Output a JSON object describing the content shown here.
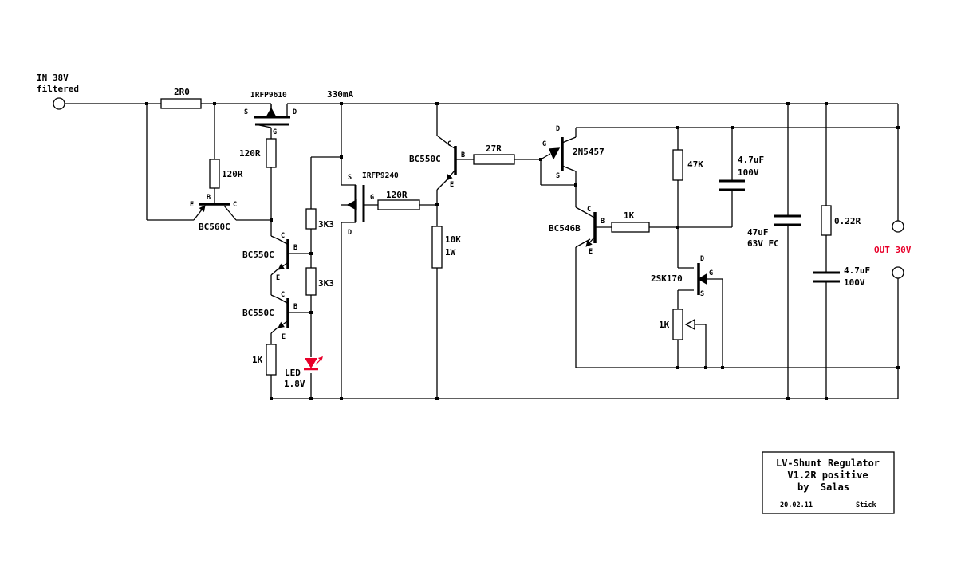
{
  "input": {
    "line1": "IN 38V",
    "line2": "filtered"
  },
  "output": {
    "label": "OUT 30V",
    "color": "#e8002a"
  },
  "current_label": "330mA",
  "components": {
    "r_2r0": "2R0",
    "r_120r_a": "120R",
    "r_120r_b": "120R",
    "r_120r_c": "120R",
    "q_bc560c": "BC560C",
    "m_irfp9610": "IRFP9610",
    "m_irfp9240": "IRFP9240",
    "r_3k3_a": "3K3",
    "r_3k3_b": "3K3",
    "q_bc550c_a": "BC550C",
    "q_bc550c_b": "BC550C",
    "q_bc550c_c": "BC550C",
    "r_1k_a": "1K",
    "led_name": "LED",
    "led_value": "1.8V",
    "r_10k": "10K",
    "r_10k_power": "1W",
    "r_27r": "27R",
    "j_2n5457": "2N5457",
    "q_bc546b": "BC546B",
    "r_1k_b": "1K",
    "r_47k": "47K",
    "c_4u7_a_value": "4.7uF",
    "c_4u7_a_voltage": "100V",
    "j_2sk170": "2SK170",
    "p_1k": "1K",
    "c_47u_value": "47uF",
    "c_47u_voltage": "63V FC",
    "r_0r22": "0.22R",
    "c_4u7_b_value": "4.7uF",
    "c_4u7_b_voltage": "100V"
  },
  "pins": {
    "s": "S",
    "d": "D",
    "g": "G",
    "b": "B",
    "c": "C",
    "e": "E"
  },
  "title_block": {
    "line1": "LV-Shunt Regulator",
    "line2": "V1.2R positive",
    "line3": "by  Salas",
    "date": "20.02.11",
    "author": "Stick"
  },
  "colors": {
    "wire": "#000000",
    "accent": "#e8002a",
    "background": "#ffffff"
  }
}
